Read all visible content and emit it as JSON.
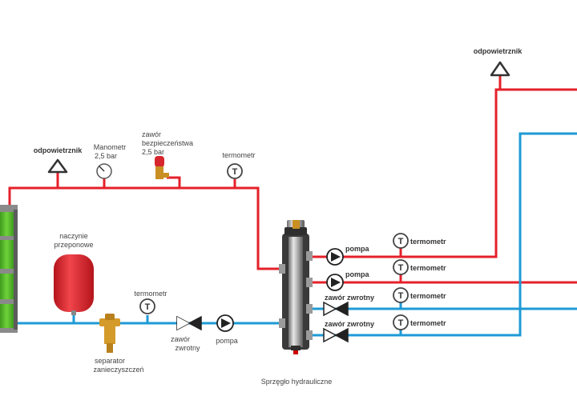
{
  "colors": {
    "hot_pipe": "#e5202a",
    "cold_pipe": "#1d9ad6",
    "boiler_green": "#5bbd2d",
    "tank_red": "#e0242c",
    "brass": "#d49a2a",
    "dark_gray": "#444444"
  },
  "labels": {
    "vent_top": "odpowietrznik",
    "vent_left": "odpowietrznik",
    "manometer_l1": "Manometr",
    "manometer_l2": "2,5 bar",
    "safety_valve_l1": "zawór",
    "safety_valve_l2": "bezpieczeństwa",
    "safety_valve_l3": "2,5 bar",
    "thermometer_supply": "termometr",
    "expansion_l1": "naczynie",
    "expansion_l2": "przeponowe",
    "thermometer_return": "termometr",
    "separator_l1": "separator",
    "separator_l2": "zanieczyszczeń",
    "check_valve_return_l1": "zawór",
    "check_valve_return_l2": "zwrotny",
    "pump_return": "pompa",
    "hydraulic_coupler": "Sprzęgło hydrauliczne",
    "pump_c1": "pompa",
    "pump_c2": "pompa",
    "check_valve_c3": "zawór zwrotny",
    "check_valve_c4": "zawór zwrotny",
    "thermo_c1": "termometr",
    "thermo_c2": "termometr",
    "thermo_c3": "termometr",
    "thermo_c4": "termometr",
    "thermo_symbol": "T"
  },
  "components": {
    "vents": [
      "vent-top-icon",
      "vent-left-icon"
    ],
    "manometer": "manometer-gauge-icon",
    "safety_valve": "safety-valve-icon",
    "expansion_vessel": "expansion-vessel-icon",
    "dirt_separator": "dirt-separator-icon",
    "check_valves": [
      "check-valve-return-icon",
      "check-valve-c3-icon",
      "check-valve-c4-icon"
    ],
    "pumps": [
      "pump-return-icon",
      "pump-c1-icon",
      "pump-c2-icon"
    ],
    "coupler": "hydraulic-coupler-icon",
    "boiler": "boiler-icon"
  }
}
